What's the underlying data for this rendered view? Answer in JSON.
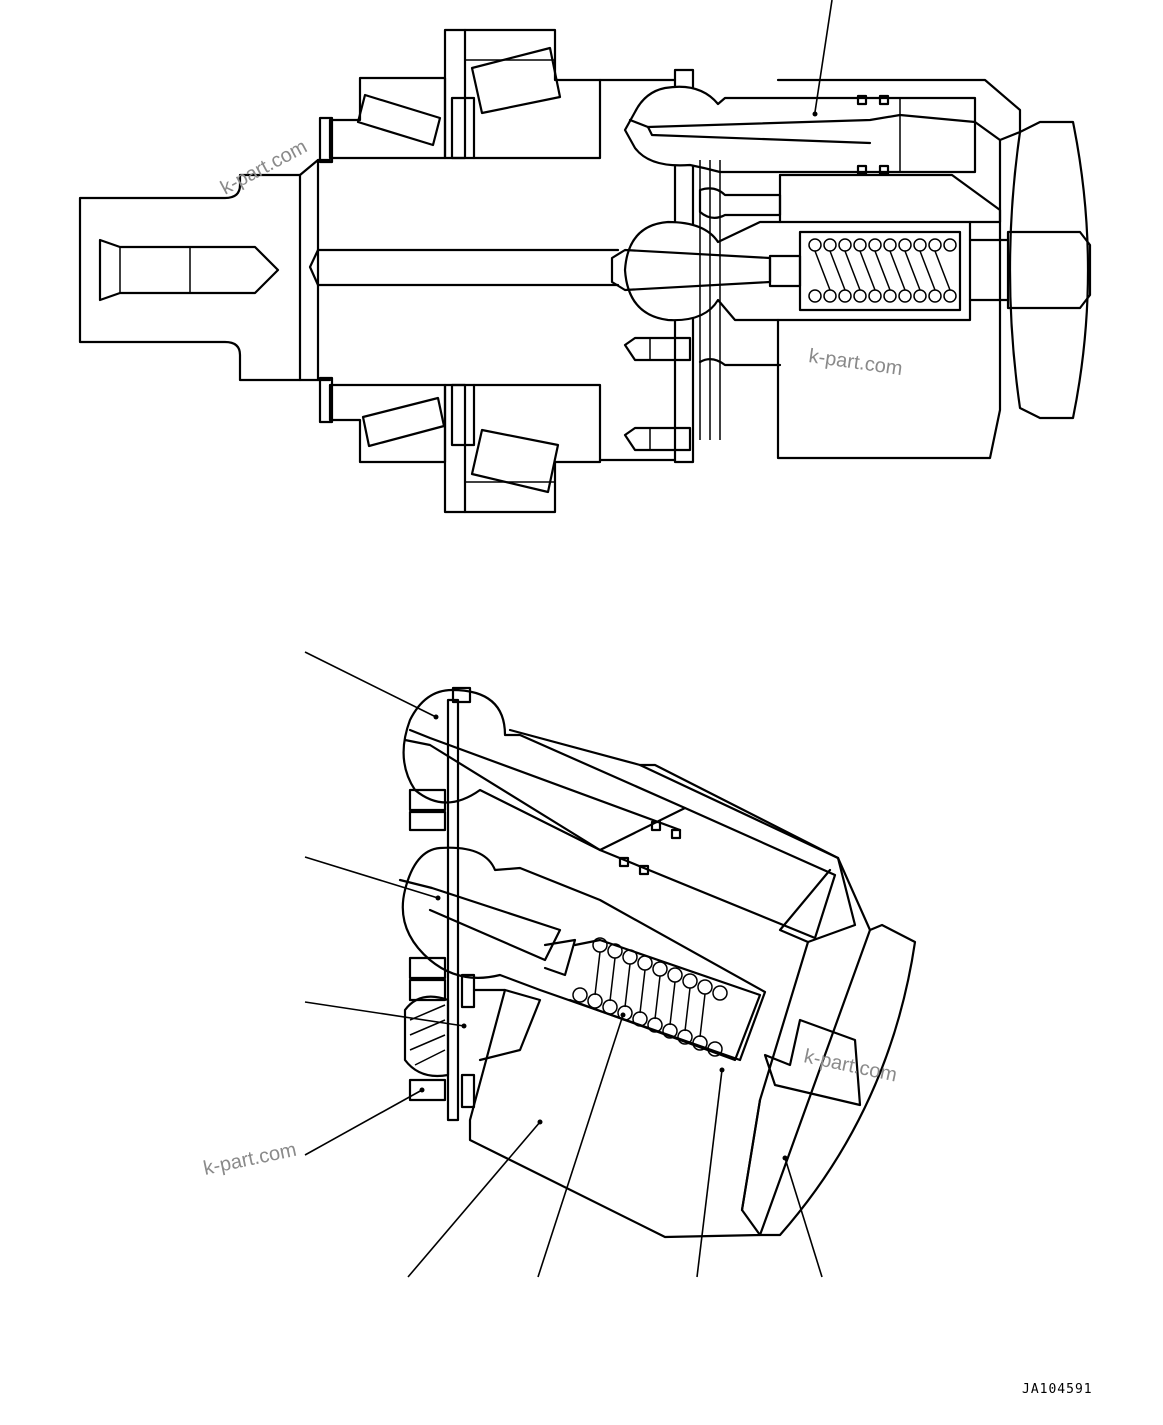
{
  "drawing": {
    "watermarks": [
      "k-part.com",
      "k-part.com",
      "k-part.com",
      "k-part.com"
    ],
    "drawing_code": "JA104591"
  }
}
